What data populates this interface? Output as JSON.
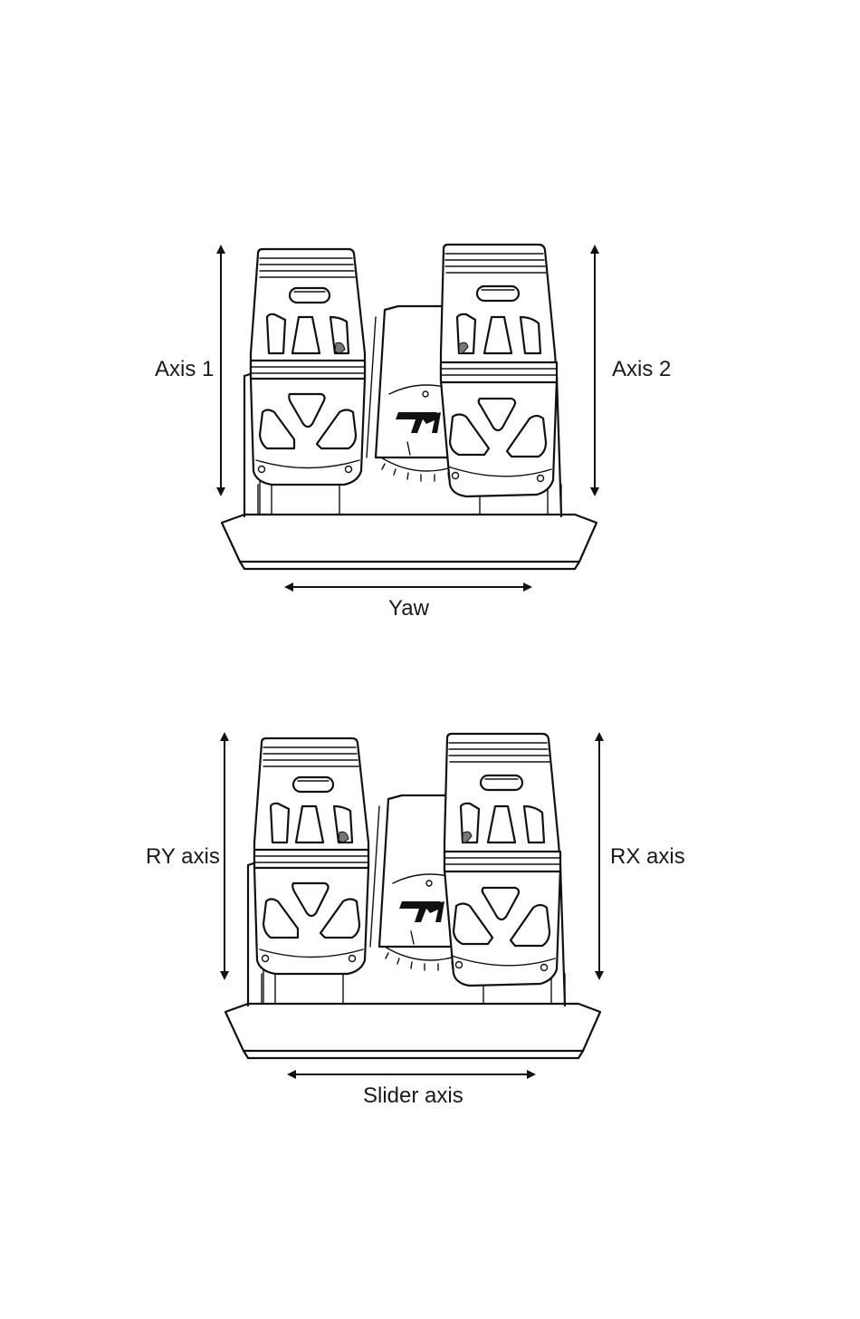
{
  "diagrams": [
    {
      "left_axis_label": "Axis 1",
      "right_axis_label": "Axis 2",
      "bottom_axis_label": "Yaw"
    },
    {
      "left_axis_label": "RY axis",
      "right_axis_label": "RX axis",
      "bottom_axis_label": "Slider axis"
    }
  ],
  "icons": [
    "double-arrow-vertical-icon",
    "double-arrow-horizontal-icon",
    "thrustmaster-logo-icon"
  ]
}
